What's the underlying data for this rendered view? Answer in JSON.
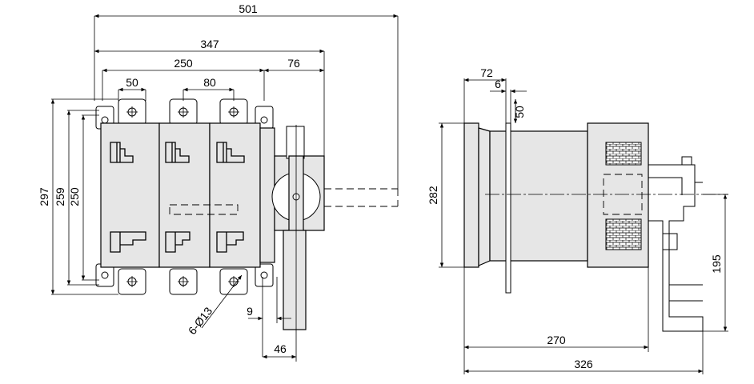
{
  "front_view": {
    "dimensions": {
      "overall_width": "501",
      "body_width": "347",
      "pole_span": "250",
      "handle_offset": "76",
      "mount_hole_span": "50",
      "pole_pitch": "80",
      "overall_height": "297",
      "height_259": "259",
      "height_250": "250",
      "handle_gap": "9",
      "handle_width": "46",
      "mounting_holes": "6-Ø13"
    }
  },
  "side_view": {
    "dimensions": {
      "dim_72": "72",
      "dim_6": "6",
      "dim_50": "50",
      "height_282": "282",
      "height_195": "195",
      "depth_270": "270",
      "depth_326": "326"
    }
  },
  "colors": {
    "body_fill": "#e6e6e6",
    "line": "#000000"
  }
}
